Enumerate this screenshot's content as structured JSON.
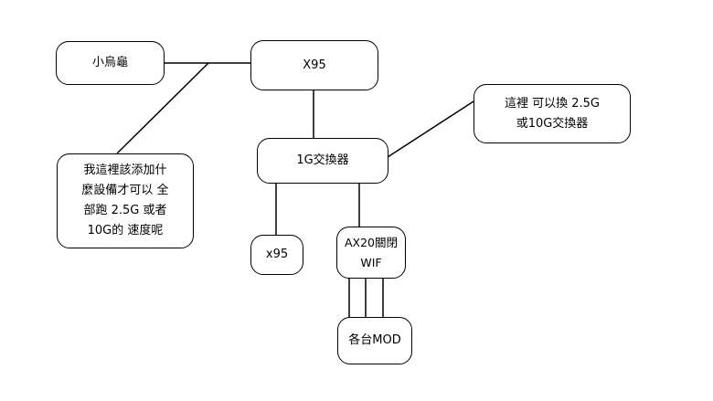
{
  "nodes": {
    "turtle": "小烏龜",
    "x95_top": "X95",
    "note_right": [
      "這裡 可以換 2.5G",
      "或10G交換器"
    ],
    "switch_1g": "1G交換器",
    "note_left": [
      "我這裡該添加什",
      "麼設備才可以 全",
      "部跑 2.5G 或者",
      "10G的 速度呢"
    ],
    "x95_bottom": "x95",
    "ax20": "AX20關閉WIF",
    "mod": "各台MOD"
  }
}
